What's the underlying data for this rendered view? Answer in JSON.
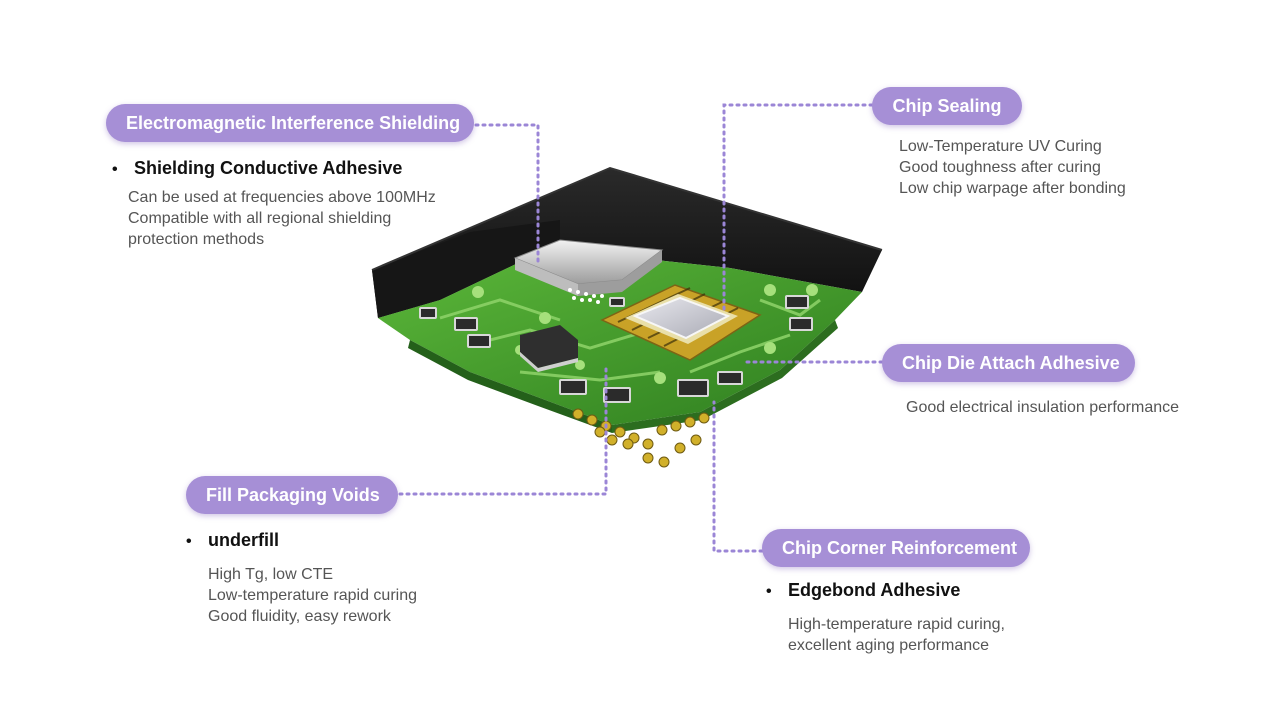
{
  "callouts": {
    "emi": {
      "title": "Electromagnetic Interference Shielding",
      "bullet": "Shielding Conductive Adhesive",
      "lines": [
        "Can be used at frequencies above 100MHz",
        "Compatible with all regional shielding",
        "protection methods"
      ]
    },
    "sealing": {
      "title": "Chip Sealing",
      "lines": [
        "Low-Temperature UV Curing",
        "Good toughness after curing",
        "Low chip warpage after bonding"
      ]
    },
    "die_attach": {
      "title": "Chip Die Attach Adhesive",
      "lines": [
        "Good electrical insulation performance"
      ]
    },
    "fill": {
      "title": "Fill Packaging Voids",
      "bullet": "underfill",
      "lines": [
        "High Tg, low CTE",
        "Low-temperature rapid curing",
        "Good fluidity, easy rework"
      ]
    },
    "corner": {
      "title": "Chip Corner Reinforcement",
      "bullet": "Edgebond Adhesive",
      "lines": [
        "High-temperature rapid curing,",
        "excellent aging performance"
      ]
    }
  },
  "colors": {
    "pill": "#a68fd6",
    "leader": "#9b86d6",
    "pcb": "#3f9a2a",
    "mold": "#1c1c1c",
    "gold": "#c9a227"
  },
  "bullet_symbol": "•"
}
